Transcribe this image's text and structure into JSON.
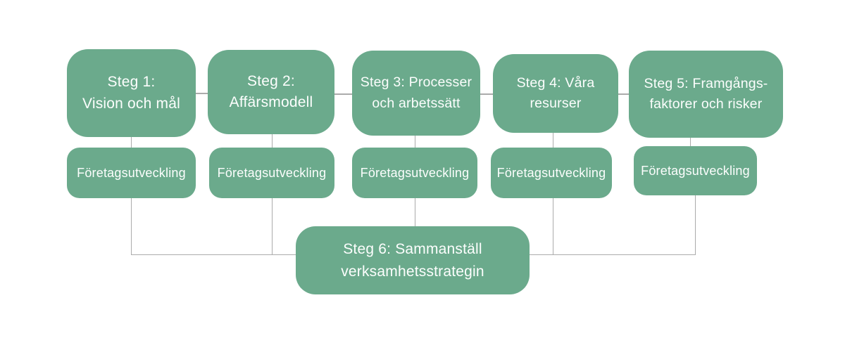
{
  "colors": {
    "box_fill": "#6BAA8C",
    "box_text": "#FCFEFD",
    "connector": "#ABABAB",
    "background": "#FFFFFF"
  },
  "diagram": {
    "top_row": [
      {
        "line1": "Steg 1:",
        "line2": "Vision och mål"
      },
      {
        "line1": "Steg 2:",
        "line2": "Affärsmodell"
      },
      {
        "line1": "Steg 3: Processer",
        "line2": "och arbetssätt"
      },
      {
        "line1": "Steg 4: Våra",
        "line2": "resurser"
      },
      {
        "line1": "Steg 5: Framgångs-",
        "line2": "faktorer och risker"
      }
    ],
    "middle_row": [
      {
        "label": "Företagsutveckling"
      },
      {
        "label": "Företagsutveckling"
      },
      {
        "label": "Företagsutveckling"
      },
      {
        "label": "Företagsutveckling"
      },
      {
        "label": "Företagsutveckling"
      }
    ],
    "bottom_box": {
      "line1": "Steg 6: Sammanställ",
      "line2": "verksamhetsstrategin"
    }
  }
}
